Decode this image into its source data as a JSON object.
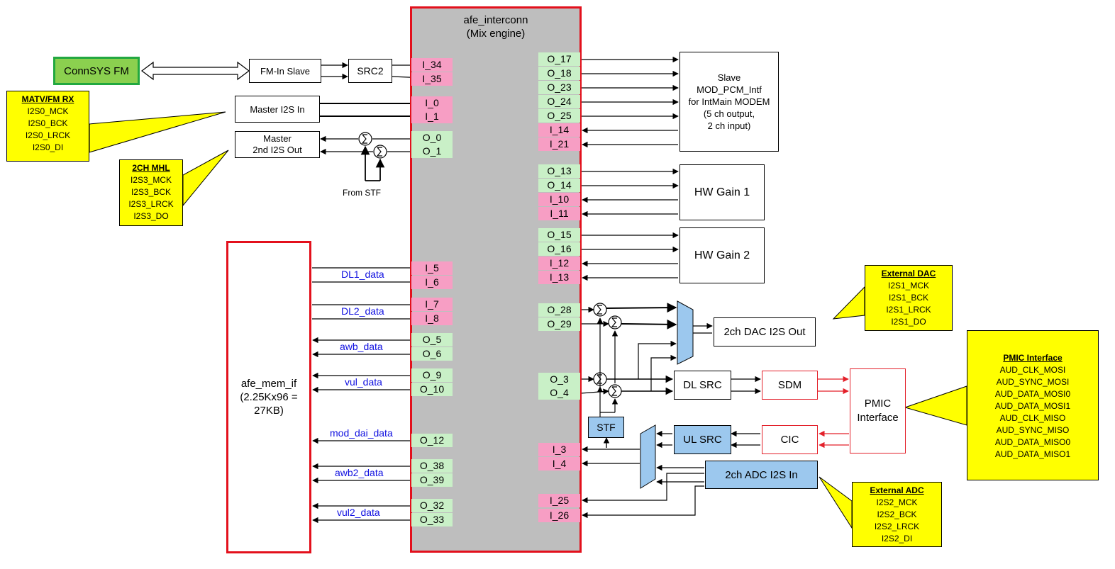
{
  "engine": {
    "title": "afe_interconn",
    "subtitle": "(Mix engine)"
  },
  "engine_ports": {
    "i34": "I_34",
    "i35": "I_35",
    "i0": "I_0",
    "i1": "I_1",
    "o0": "O_0",
    "o1": "O_1",
    "i5": "I_5",
    "i6": "I_6",
    "i7": "I_7",
    "i8": "I_8",
    "o5": "O_5",
    "o6": "O_6",
    "o9": "O_9",
    "o10": "O_10",
    "o12": "O_12",
    "o38": "O_38",
    "o39": "O_39",
    "o32": "O_32",
    "o33": "O_33",
    "o17": "O_17",
    "o18": "O_18",
    "o23": "O_23",
    "o24": "O_24",
    "o25": "O_25",
    "i14": "I_14",
    "i21": "I_21",
    "o13": "O_13",
    "o14": "O_14",
    "i10": "I_10",
    "i11": "I_11",
    "o15": "O_15",
    "o16": "O_16",
    "i12": "I_12",
    "i13": "I_13",
    "o28": "O_28",
    "o29": "O_29",
    "o3": "O_3",
    "o4": "O_4",
    "i3": "I_3",
    "i4": "I_4",
    "i25": "I_25",
    "i26": "I_26"
  },
  "blocks": {
    "connsys_fm": "ConnSYS FM",
    "fm_in_slave": "FM-In Slave",
    "src2": "SRC2",
    "master_i2s_in": "Master I2S In",
    "master_2nd_i2s_out": "Master\n2nd I2S Out",
    "from_stf": "From STF",
    "slave_modem": "Slave\nMOD_PCM_Intf\nfor IntMain MODEM\n(5 ch output,\n2 ch input)",
    "hw_gain1": "HW Gain 1",
    "hw_gain2": "HW Gain 2",
    "dac_i2s_out": "2ch DAC I2S Out",
    "dl_src": "DL SRC",
    "sdm": "SDM",
    "pmic": "PMIC\nInterface",
    "stf": "STF",
    "ul_src": "UL SRC",
    "cic": "CIC",
    "adc_i2s_in": "2ch ADC I2S In",
    "afe_mem_if": "afe_mem_if\n(2.25Kx96 =\n27KB)"
  },
  "mem_labels": {
    "dl1": "DL1_data",
    "dl2": "DL2_data",
    "awb": "awb_data",
    "vul": "vul_data",
    "mod_dai": "mod_dai_data",
    "awb2": "awb2_data",
    "vul2": "vul2_data"
  },
  "callouts": {
    "matv": {
      "title": "MATV/FM RX",
      "lines": [
        "I2S0_MCK",
        "I2S0_BCK",
        "I2S0_LRCK",
        "I2S0_DI"
      ]
    },
    "mhl": {
      "title": "2CH MHL",
      "lines": [
        "I2S3_MCK",
        "I2S3_BCK",
        "I2S3_LRCK",
        "I2S3_DO"
      ]
    },
    "ext_dac": {
      "title": "External DAC",
      "lines": [
        "I2S1_MCK",
        "I2S1_BCK",
        "I2S1_LRCK",
        "I2S1_DO"
      ]
    },
    "pmic_if": {
      "title": "PMIC Interface",
      "lines": [
        "AUD_CLK_MOSI",
        "AUD_SYNC_MOSI",
        "AUD_DATA_MOSI0",
        "AUD_DATA_MOSI1",
        "AUD_CLK_MISO",
        "AUD_SYNC_MISO",
        "AUD_DATA_MISO0",
        "AUD_DATA_MISO1"
      ]
    },
    "ext_adc": {
      "title": "External ADC",
      "lines": [
        "I2S2_MCK",
        "I2S2_BCK",
        "I2S2_LRCK",
        "I2S2_DI"
      ]
    }
  },
  "colors": {
    "engine_fill": "#bebebe",
    "engine_border": "#e3101c",
    "input_port": "#f79ec4",
    "output_port": "#c9f0c7",
    "callout": "#ffff00",
    "pmic_link": "#e3202a",
    "mem_label": "#1010e0",
    "block_blue": "#9cc8ee",
    "connsys_fill": "#8bd04f"
  }
}
